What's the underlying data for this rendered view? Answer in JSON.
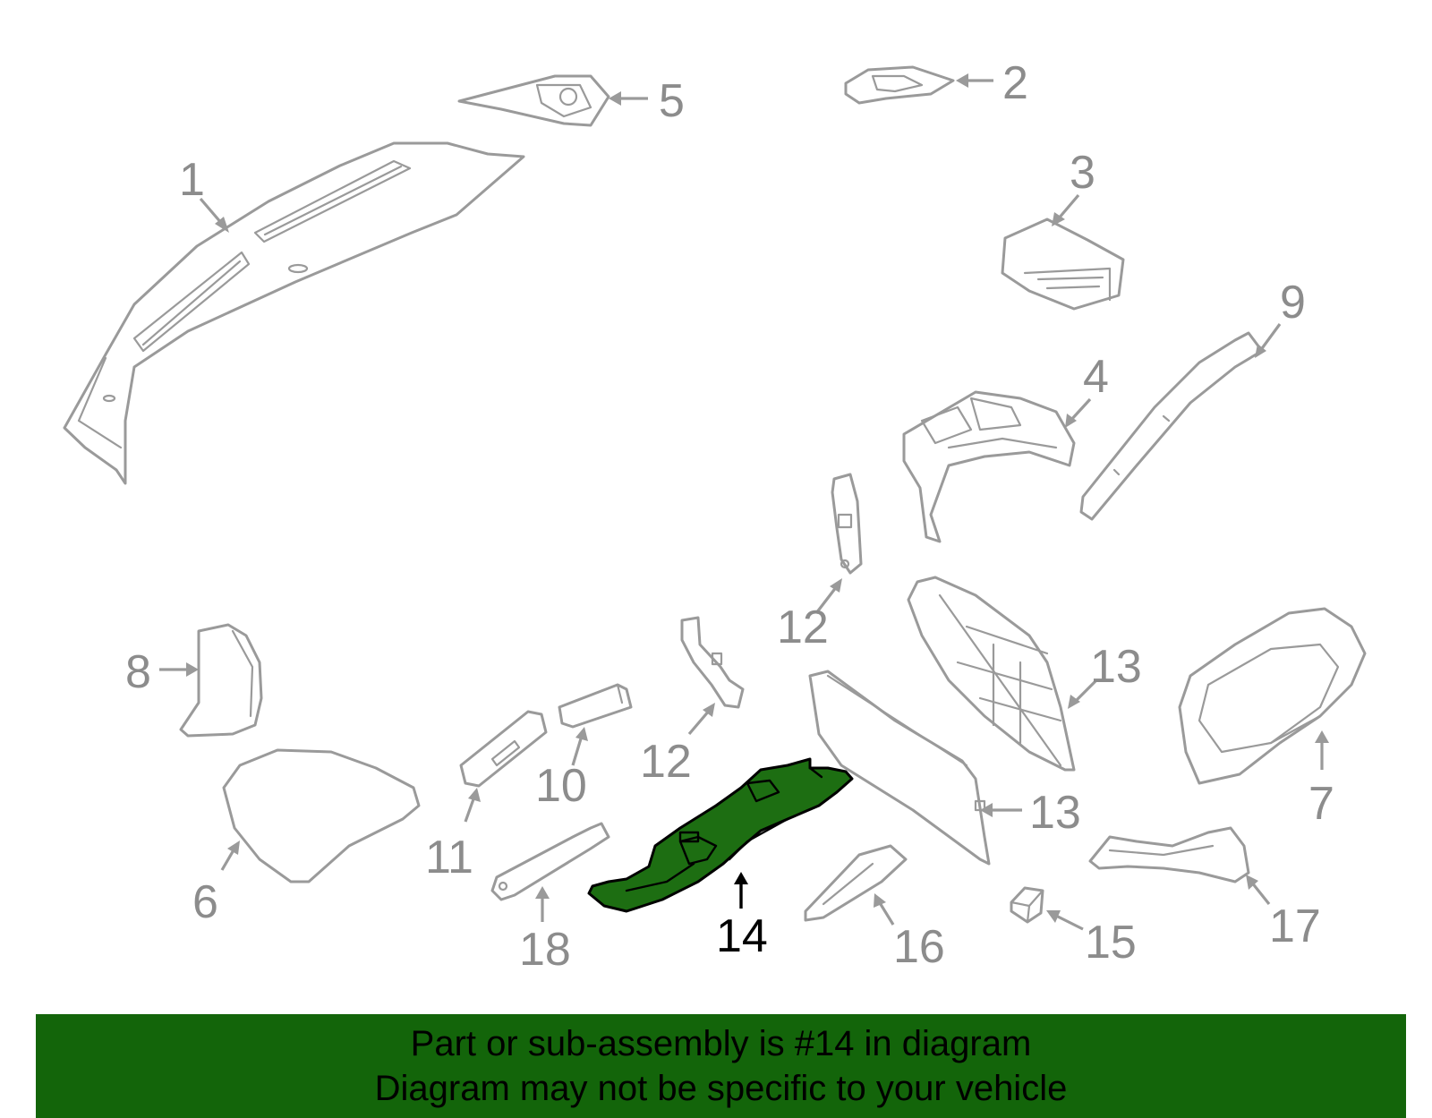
{
  "diagram": {
    "highlighted_part": "14",
    "highlight_color": "#1d6e12",
    "callouts": [
      "1",
      "2",
      "3",
      "4",
      "5",
      "6",
      "7",
      "8",
      "9",
      "10",
      "11",
      "12",
      "12",
      "13",
      "13",
      "14",
      "15",
      "16",
      "17",
      "18"
    ]
  },
  "banner": {
    "line1": "Part or sub-assembly is #14 in diagram",
    "line2": "Diagram may not be specific to your vehicle",
    "background": "#13650a"
  }
}
